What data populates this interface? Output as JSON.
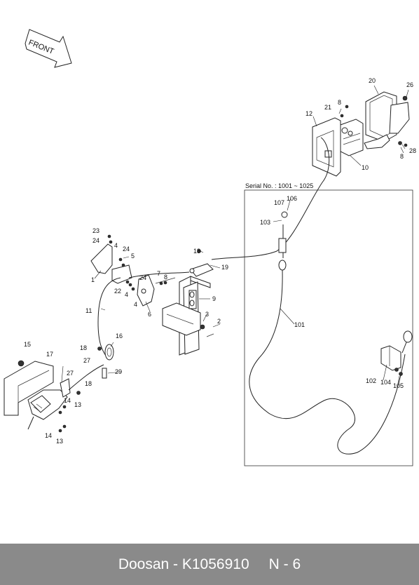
{
  "direction_label": "FRONT",
  "serial_box_label": "Serial No. : 1001 ~ 1025",
  "footer": {
    "caption": "Doosan - K1056910",
    "page": "N - 6"
  },
  "callouts": {
    "c1": "1",
    "c2": "2",
    "c3": "3",
    "c4a": "4",
    "c4b": "4",
    "c5": "5",
    "c6": "6",
    "c7": "7",
    "c8a": "8",
    "c8b": "8",
    "c8c": "8",
    "c9": "9",
    "c10": "10",
    "c11": "11",
    "c12": "12",
    "c13a": "13",
    "c13b": "13",
    "c14a": "14",
    "c14b": "14",
    "c15": "15",
    "c16": "16",
    "c17": "17",
    "c18a": "18",
    "c18b": "18",
    "c18c": "18",
    "c19": "19",
    "c20": "20",
    "c21": "21",
    "c22": "22",
    "c23": "23",
    "c24a": "24",
    "c24b": "24",
    "c24c": "24",
    "c26": "26",
    "c27a": "27",
    "c27b": "27",
    "c28": "28",
    "c29": "29",
    "c101": "101",
    "c102": "102",
    "c103": "103",
    "c104": "104",
    "c105": "105",
    "c106": "106",
    "c107": "107"
  }
}
